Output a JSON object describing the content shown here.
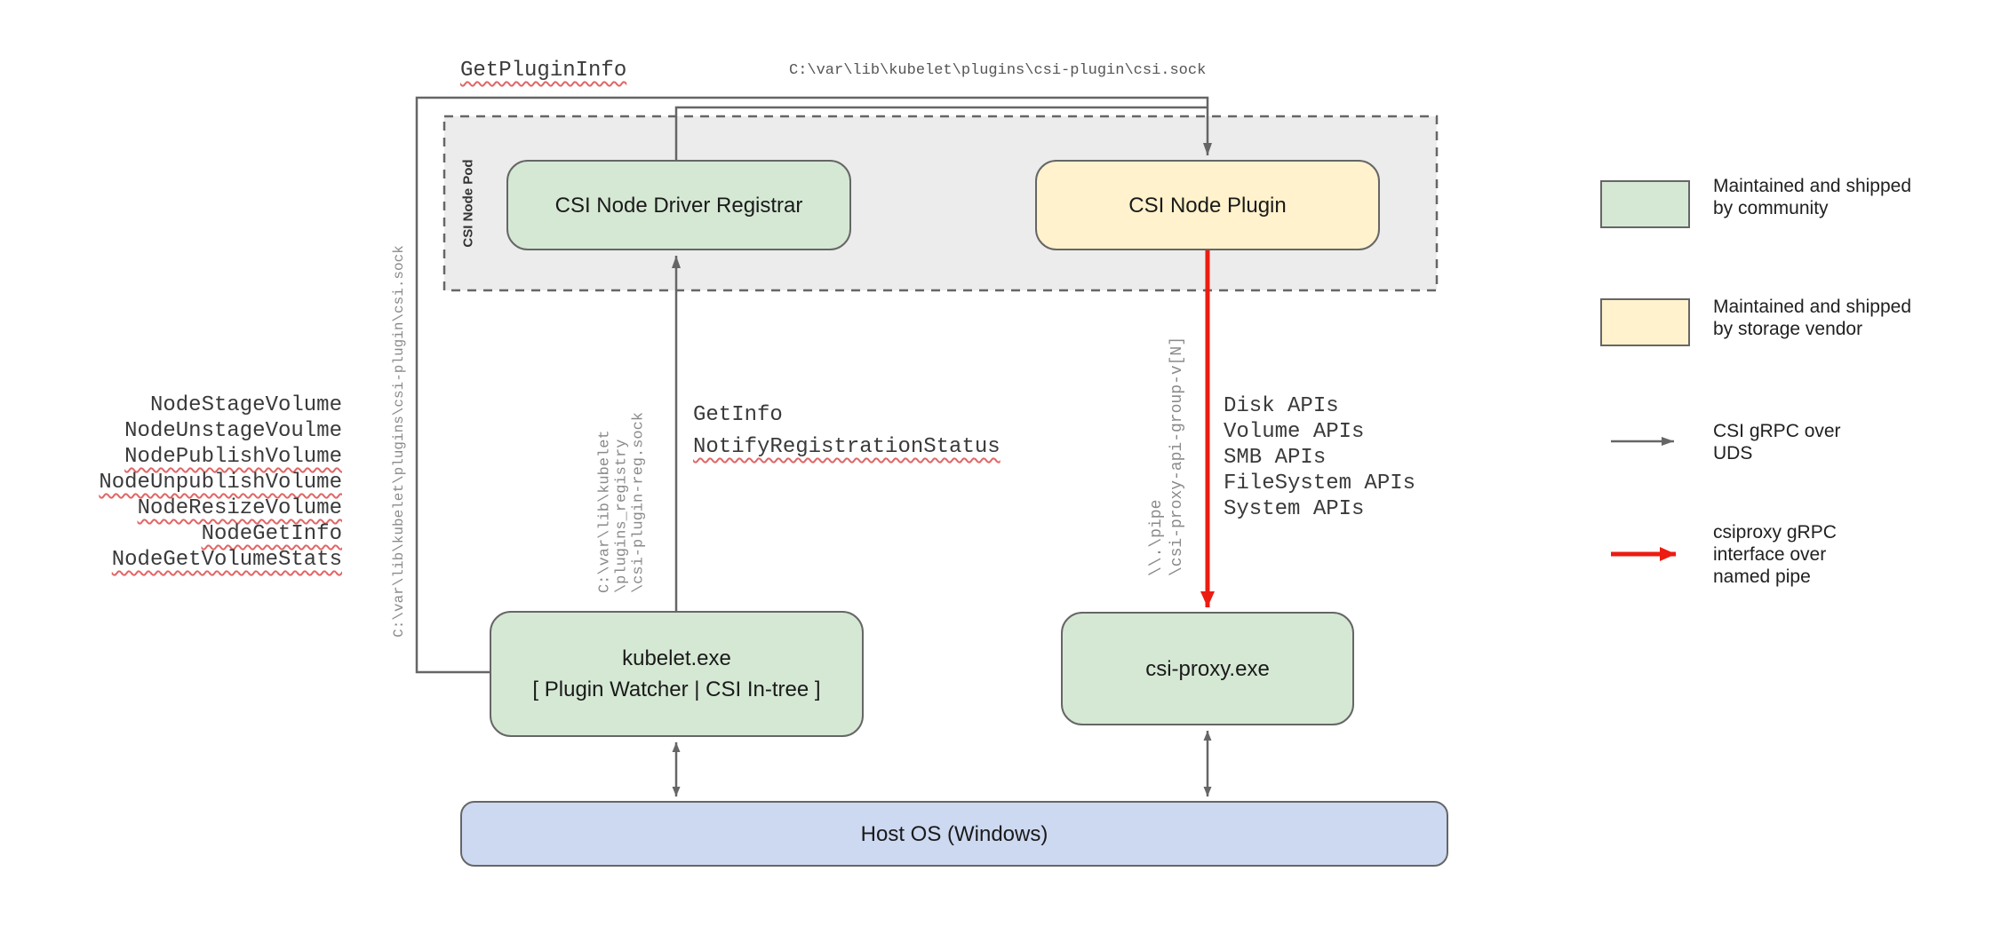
{
  "colors": {
    "community_green": "#d5e8d4",
    "vendor_yellow": "#fff2cc",
    "host_blue": "#cdd9f1",
    "pod_gray": "#ececec",
    "line_gray": "#666666",
    "pipe_red": "#ed1c12",
    "squiggle_red": "#e06666"
  },
  "nodes": {
    "pod_label": "CSI Node Pod",
    "registrar": "CSI Node Driver Registrar",
    "plugin": "CSI Node Plugin",
    "kubelet_line1": "kubelet.exe",
    "kubelet_line2": "[ Plugin Watcher | CSI In-tree ]",
    "csi_proxy": "csi-proxy.exe",
    "host_os": "Host OS (Windows)"
  },
  "annotations": {
    "get_plugin_info": "GetPluginInfo",
    "csi_sock_path_top": "C:\\var\\lib\\kubelet\\plugins\\csi-plugin\\csi.sock",
    "csi_sock_path_vertical": "C:\\var\\lib\\kubelet\\plugins\\csi-plugin\\csi.sock",
    "node_calls": [
      "NodeStageVolume",
      "NodeUnstageVoulme",
      "NodePublishVolume",
      "NodeUnpublishVolume",
      "NodeResizeVolume",
      "NodeGetInfo",
      "NodeGetVolumeStats"
    ],
    "registration_socket_lines": [
      "C:\\var\\lib\\kubelet",
      "\\plugins_registry",
      "\\csi-plugin-reg.sock"
    ],
    "registration_calls": [
      "GetInfo",
      "NotifyRegistrationStatus"
    ],
    "pipe_lines": [
      "\\\\.\\pipe",
      "\\csi-proxy-api-group-v[N]"
    ],
    "api_groups": [
      "Disk APIs",
      "Volume APIs",
      "SMB APIs",
      "FileSystem APIs",
      "System APIs"
    ]
  },
  "legend": {
    "community": "Maintained and shipped\nby community",
    "vendor": "Maintained and shipped\nby storage vendor",
    "uds": "CSI gRPC over\nUDS",
    "pipe": "csiproxy gRPC\ninterface over\nnamed pipe"
  }
}
